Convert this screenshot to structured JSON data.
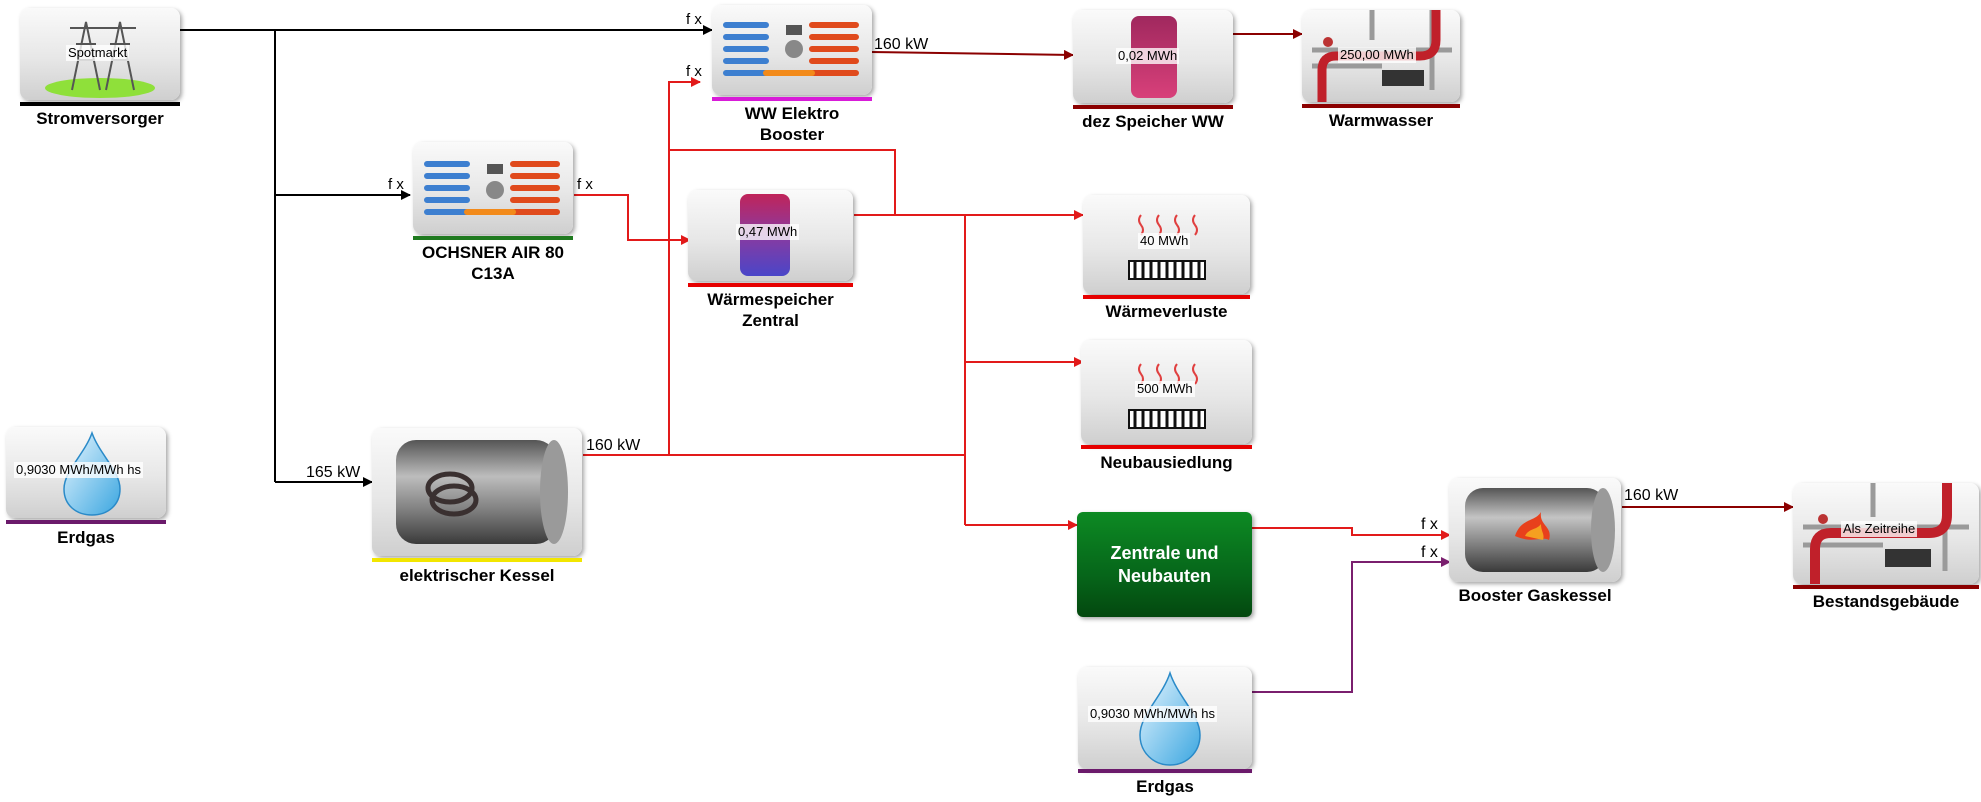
{
  "colors": {
    "black_link": "#000000",
    "heat_link": "#e21a1a",
    "dhw_link": "#8b0000",
    "gas_link": "#7a1f6e",
    "underline_black": "#000000",
    "underline_green": "#1f7a1f",
    "underline_magenta": "#d81bd8",
    "underline_red": "#e60000",
    "underline_darkred": "#8b0000",
    "underline_purple": "#6b1a6b",
    "underline_yellow": "#f2e600"
  },
  "nodes": {
    "stromversorger": {
      "label": "Stromversorger",
      "inner": "Spotmarkt",
      "icon": "power-pylon-icon"
    },
    "ww_elektro_booster": {
      "label_line1": "WW Elektro",
      "label_line2": "Booster",
      "icon": "heat-pump-icon"
    },
    "dez_speicher_ww": {
      "label": "dez Speicher WW",
      "value": "0,02 MWh",
      "icon": "storage-tank-icon"
    },
    "warmwasser": {
      "label": "Warmwasser",
      "value": "250,00 MWh",
      "icon": "pipework-icon"
    },
    "ochsner": {
      "label_line1": "OCHSNER AIR 80",
      "label_line2": "C13A",
      "icon": "heat-pump-icon"
    },
    "waermespeicher_zentral": {
      "label_line1": "Wärmespeicher",
      "label_line2": "Zentral",
      "value": "0,47 MWh",
      "icon": "storage-tank-icon"
    },
    "waermeverluste": {
      "label": "Wärmeverluste",
      "value": "40 MWh",
      "icon": "radiator-icon"
    },
    "neubausiedlung": {
      "label": "Neubausiedlung",
      "value": "500 MWh",
      "icon": "radiator-icon"
    },
    "erdgas_left": {
      "label": "Erdgas",
      "value": "0,9030 MWh/MWh hs",
      "icon": "gas-drop-icon"
    },
    "elektrischer_kessel": {
      "label": "elektrischer Kessel",
      "icon": "electric-boiler-icon"
    },
    "zentrale": {
      "label_line1": "Zentrale und",
      "label_line2": "Neubauten"
    },
    "booster_gaskessel": {
      "label": "Booster Gaskessel",
      "icon": "gas-boiler-icon"
    },
    "bestandsgebaeude": {
      "label": "Bestandsgebäude",
      "value": "Als Zeitreihe",
      "icon": "pipework-icon"
    },
    "erdgas_bottom": {
      "label": "Erdgas",
      "value": "0,9030 MWh/MWh hs",
      "icon": "gas-drop-icon"
    }
  },
  "flow_labels": {
    "fx": "f x",
    "ww_booster_out": "160 kW",
    "kessel_in": "165 kW",
    "kessel_out": "160 kW",
    "gaskessel_out": "160 kW"
  }
}
